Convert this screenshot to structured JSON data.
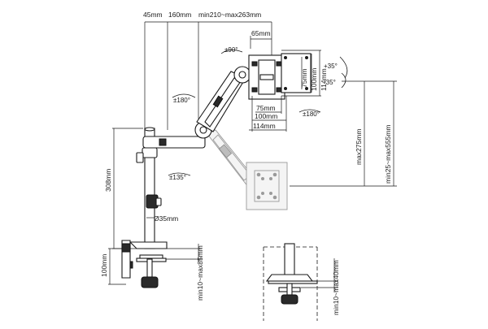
{
  "dimensions": {
    "offset_45": "45mm",
    "offset_160": "160mm",
    "arm_reach": "min210~max263mm",
    "plate_65": "65mm",
    "tilt": "±90°",
    "swivel_arm": "±180°",
    "plate_rotate": "±180°",
    "pole_swivel": "±135°",
    "tilt_up": "+35°",
    "tilt_down": "-35°",
    "vesa_75_h": "75mm",
    "vesa_100_h": "100mm",
    "plate_114_h": "114mm",
    "vesa_75_w": "75mm",
    "vesa_100_w": "100mm",
    "plate_114_w": "114mm",
    "pole_height": "308mm",
    "pole_diameter": "Ø35mm",
    "clamp_height": "100mm",
    "clamp_thickness": "min10~max85mm",
    "grommet_thickness": "min10~max40mm",
    "max_height": "max275mm",
    "height_range": "min25~max555mm"
  }
}
